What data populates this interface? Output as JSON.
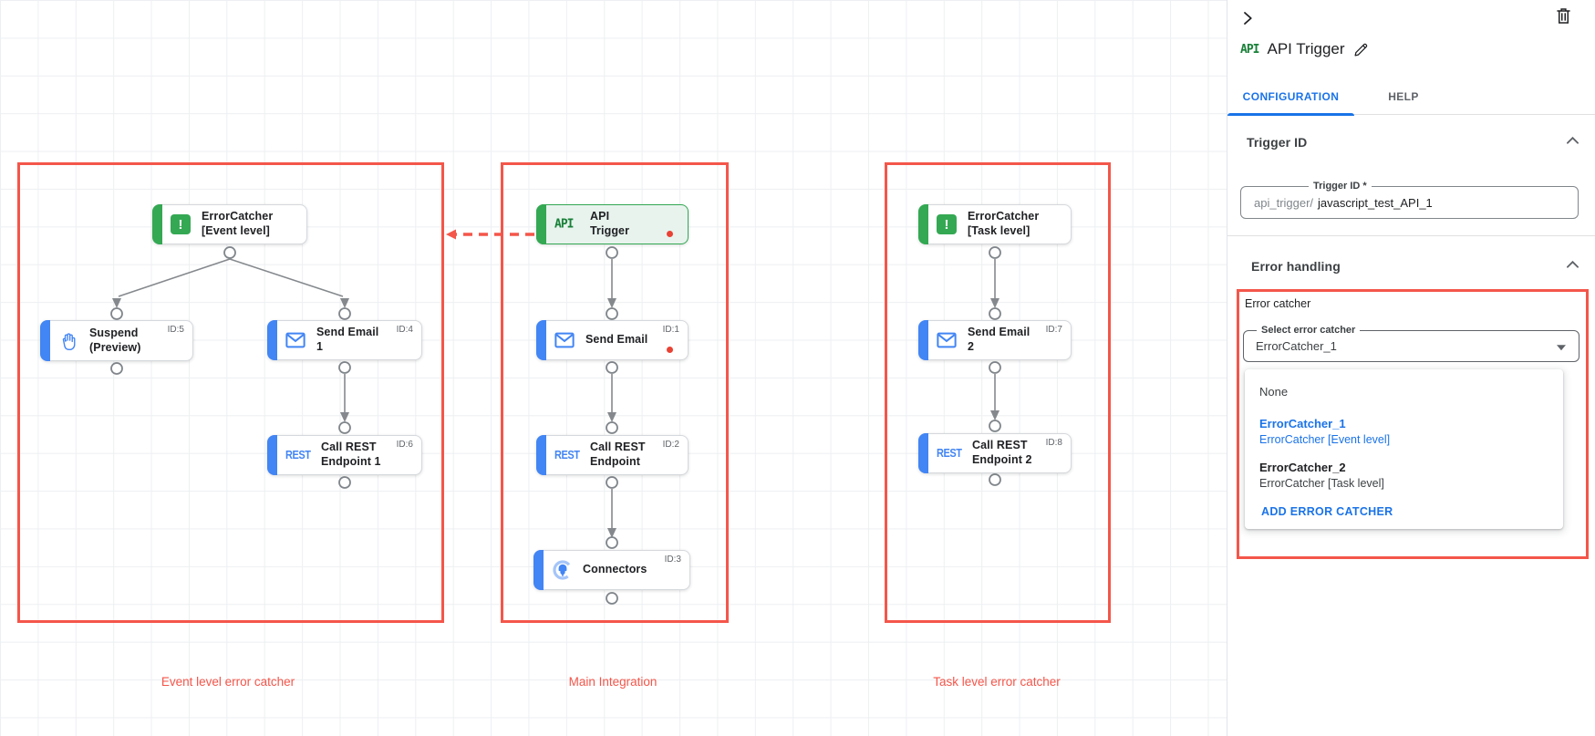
{
  "colors": {
    "annotation_red": "#f4564a",
    "task_blue": "#4285f4",
    "trigger_green": "#34a853",
    "link_blue": "#1a73e8",
    "edge_gray": "#85898d",
    "error_dot_red": "#e94235"
  },
  "canvas": {
    "groups": [
      {
        "label": "Event level error catcher"
      },
      {
        "label": "Main Integration"
      },
      {
        "label": "Task level error catcher"
      }
    ],
    "nodes": [
      {
        "label": "ErrorCatcher [Event level]",
        "id": ""
      },
      {
        "label": "Suspend (Preview)",
        "id": "ID:5"
      },
      {
        "label": "Send Email 1",
        "id": "ID:4"
      },
      {
        "label": "Call REST Endpoint 1",
        "id": "ID:6",
        "icon_text": "REST"
      },
      {
        "label": "API Trigger",
        "id": "",
        "icon_text": "API"
      },
      {
        "label": "Send Email",
        "id": "ID:1"
      },
      {
        "label": "Call REST Endpoint",
        "id": "ID:2",
        "icon_text": "REST"
      },
      {
        "label": "Connectors",
        "id": "ID:3"
      },
      {
        "label": "ErrorCatcher [Task level]",
        "id": ""
      },
      {
        "label": "Send Email 2",
        "id": "ID:7"
      },
      {
        "label": "Call REST Endpoint 2",
        "id": "ID:8",
        "icon_text": "REST"
      }
    ]
  },
  "panel": {
    "api_badge": "API",
    "title": "API Trigger",
    "tabs": [
      {
        "label": "CONFIGURATION"
      },
      {
        "label": "HELP"
      }
    ],
    "trigger_id": {
      "section_title": "Trigger ID",
      "field_label": "Trigger ID *",
      "prefix": "api_trigger/",
      "value": "javascript_test_API_1"
    },
    "error_handling": {
      "section_title": "Error handling",
      "group_label": "Error catcher",
      "select_label": "Select error catcher",
      "selected_value": "ErrorCatcher_1",
      "options": [
        {
          "primary": "None",
          "secondary": ""
        },
        {
          "primary": "ErrorCatcher_1",
          "secondary": "ErrorCatcher [Event level]"
        },
        {
          "primary": "ErrorCatcher_2",
          "secondary": "ErrorCatcher [Task level]"
        }
      ],
      "add_button": "ADD ERROR CATCHER"
    }
  }
}
